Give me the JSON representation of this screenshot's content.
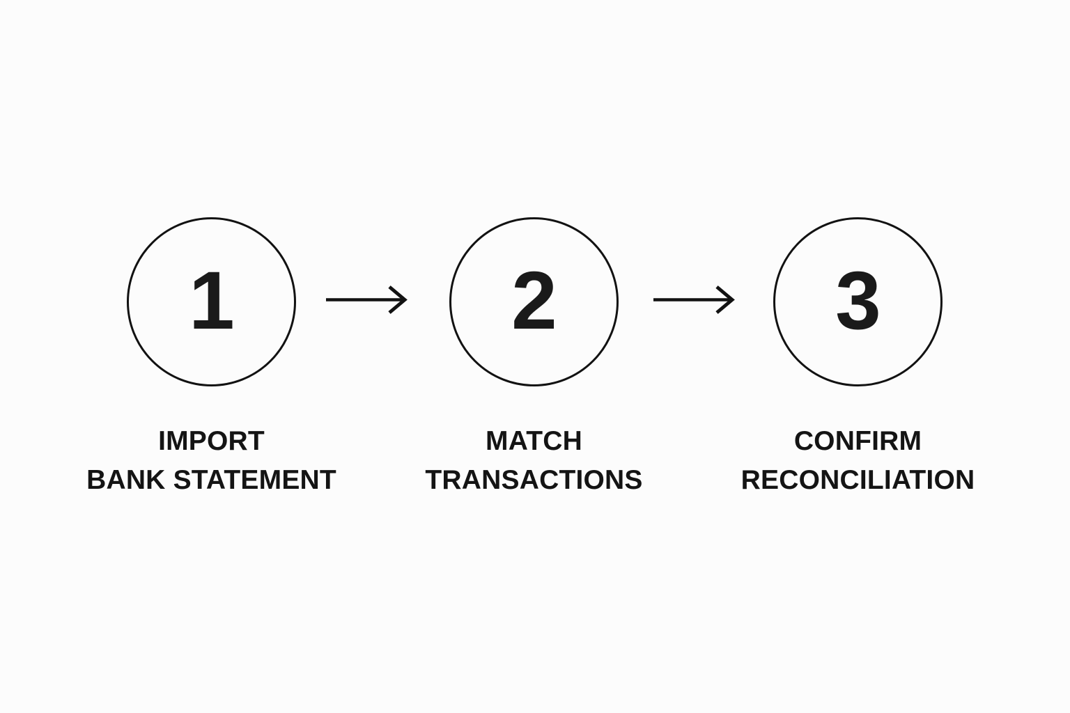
{
  "diagram": {
    "type": "process-flow",
    "orientation": "horizontal",
    "background_color": "#fcfcfc",
    "stroke_color": "#121212",
    "text_color": "#141414",
    "steps": [
      {
        "number": "1",
        "label_line_1": "IMPORT",
        "label_line_2": "BANK STATEMENT"
      },
      {
        "number": "2",
        "label_line_1": "MATCH",
        "label_line_2": "TRANSACTIONS"
      },
      {
        "number": "3",
        "label_line_1": "CONFIRM",
        "label_line_2": "RECONCILIATION"
      }
    ],
    "connectors": [
      {
        "from": "1",
        "to": "2",
        "glyph": "arrow-right"
      },
      {
        "from": "2",
        "to": "3",
        "glyph": "arrow-right"
      }
    ]
  }
}
